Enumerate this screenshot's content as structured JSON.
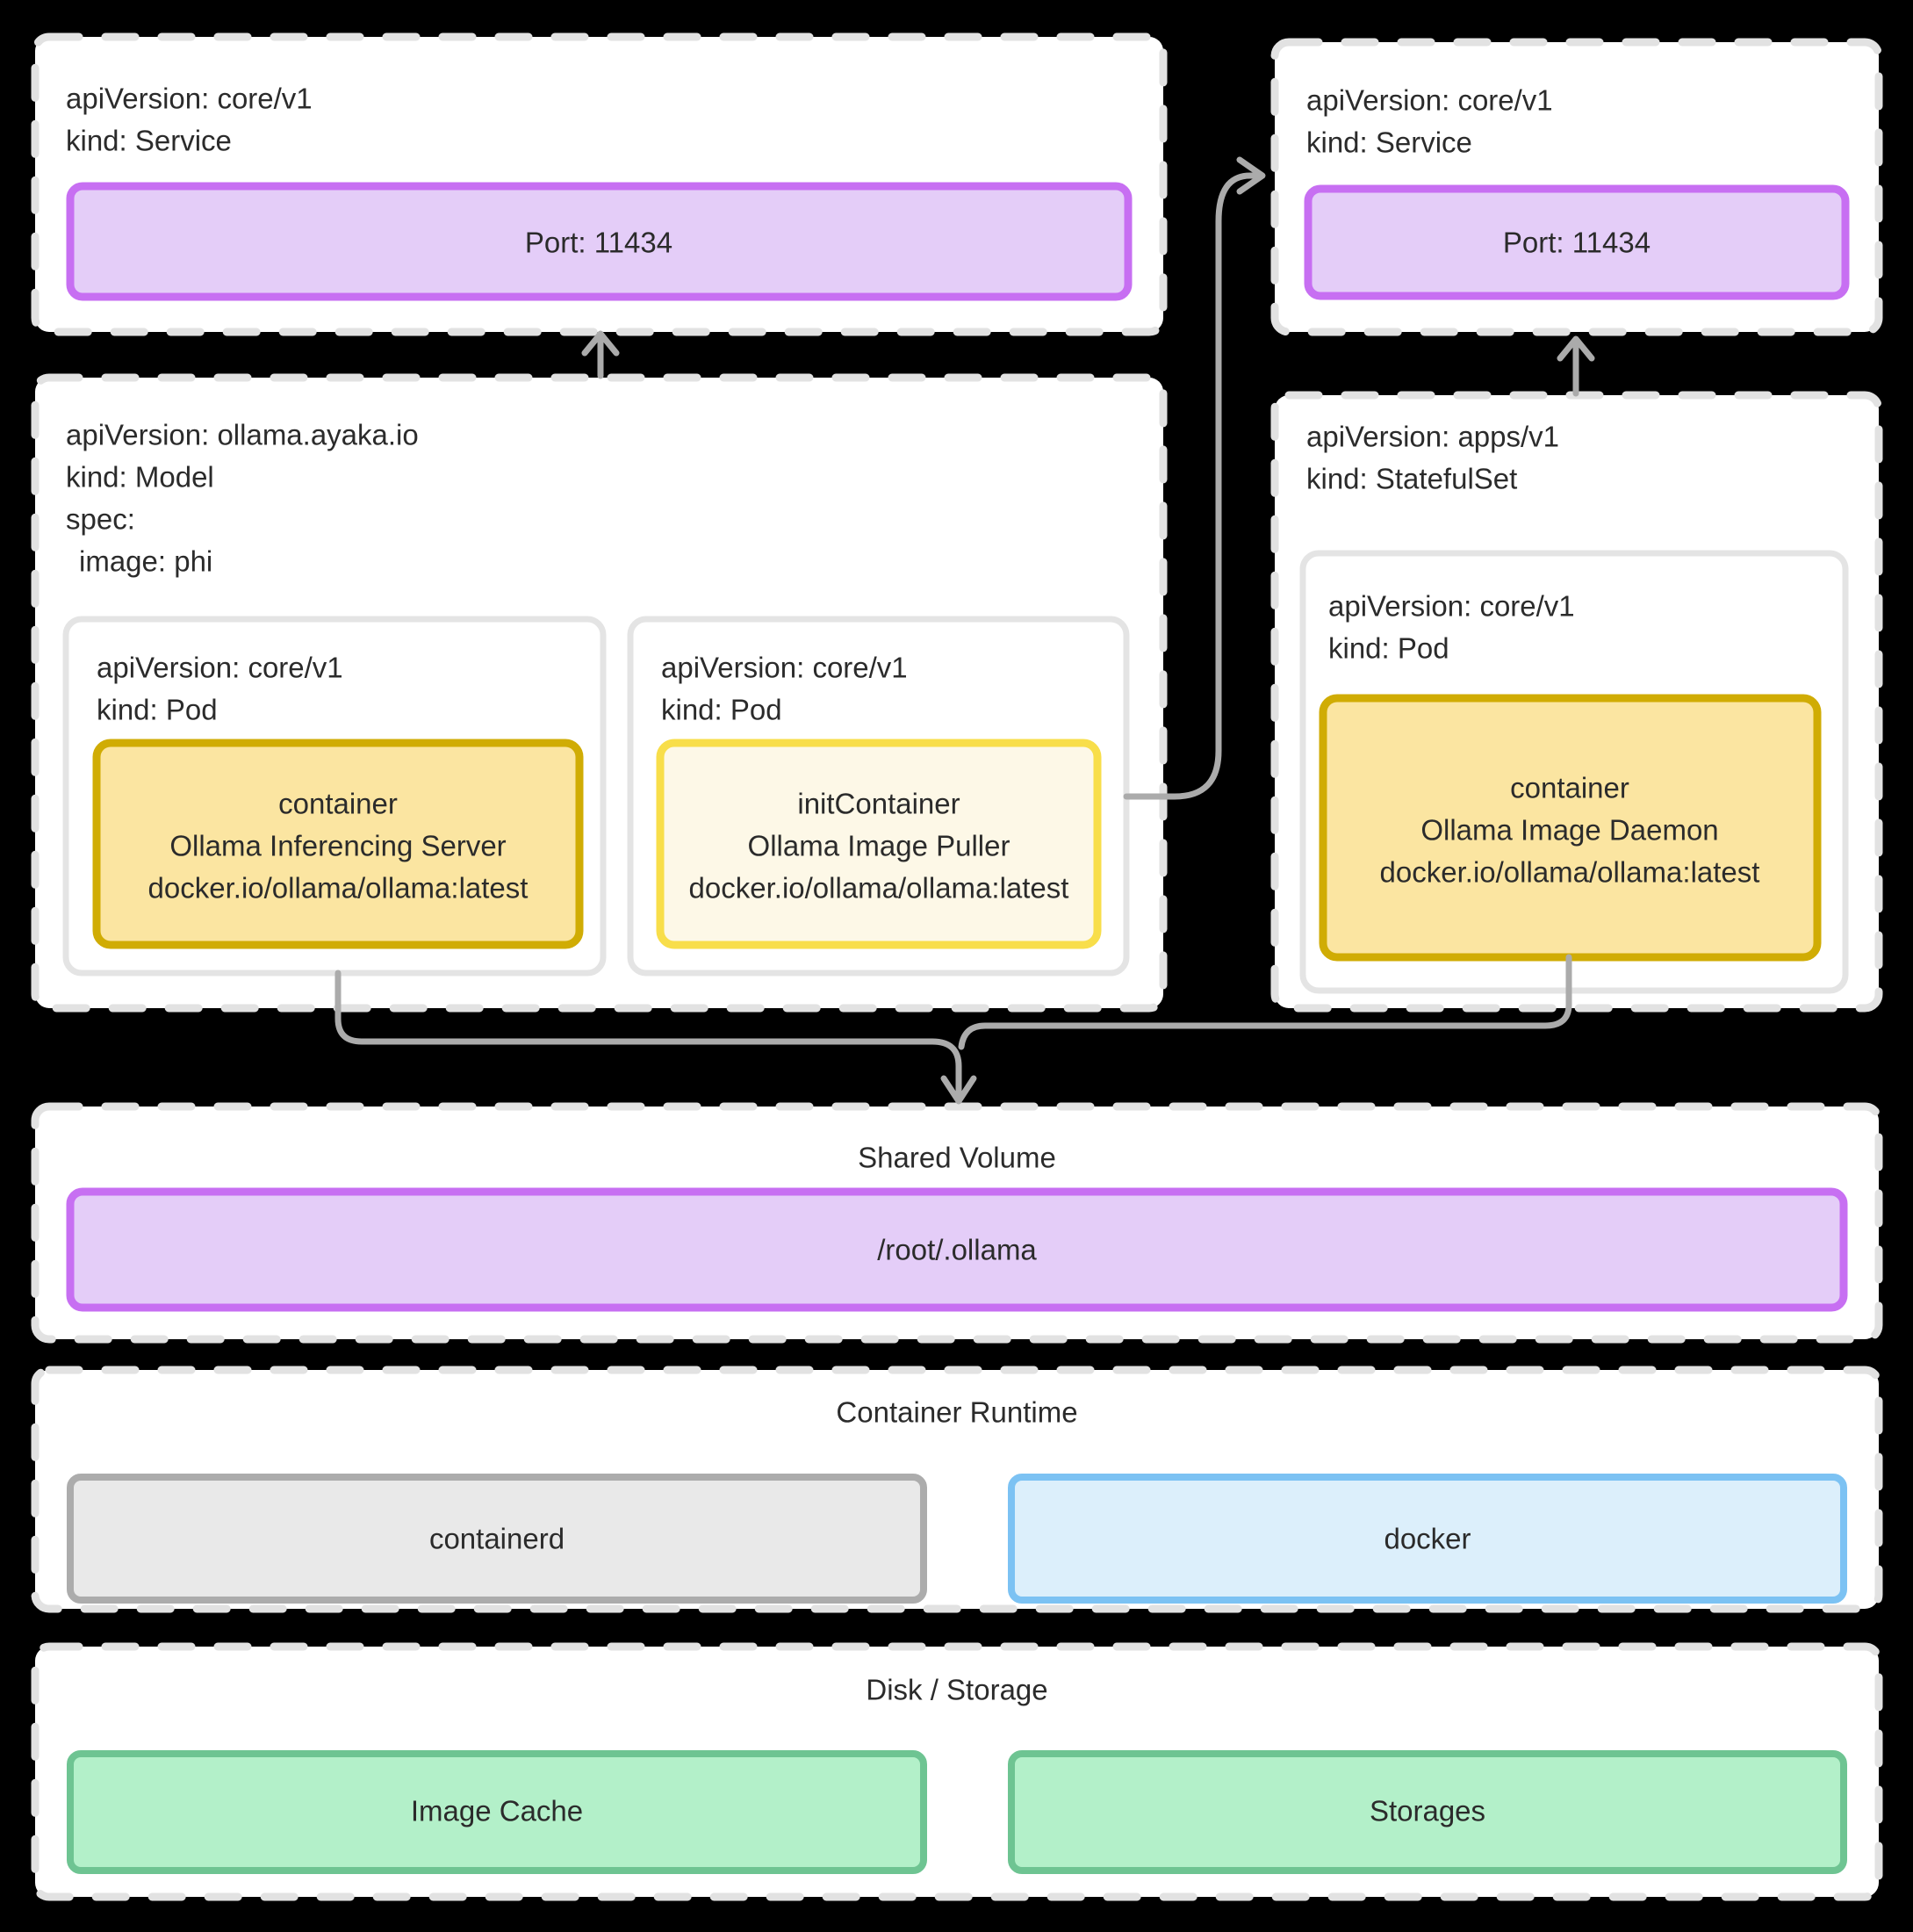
{
  "colors": {
    "background": "#000000",
    "box_fill": "#ffffff",
    "dashed_border": "#e2e2e2",
    "port_fill": "#e4cdf8",
    "port_border": "#c76ff2",
    "container_fill": "#fbe5a1",
    "container_border": "#d0ac04",
    "init_container_fill": "#fdf8e7",
    "init_container_border": "#f8de4a",
    "containerd_fill": "#e9e9e9",
    "containerd_border": "#acacac",
    "docker_fill": "#dceffb",
    "docker_border": "#7cc2f3",
    "storage_fill": "#b3f0c9",
    "storage_border": "#6ec492",
    "arrow": "#ababab",
    "text": "#2b2b2b"
  },
  "service_left": {
    "api_version": "apiVersion: core/v1",
    "kind": "kind: Service",
    "port_label": "Port: 11434"
  },
  "service_right": {
    "api_version": "apiVersion: core/v1",
    "kind": "kind: Service",
    "port_label": "Port: 11434"
  },
  "model": {
    "api_version": "apiVersion: ollama.ayaka.io",
    "kind": "kind: Model",
    "spec": "spec:",
    "image": "image: phi",
    "pods": [
      {
        "api_version": "apiVersion: core/v1",
        "kind": "kind: Pod",
        "container": {
          "role": "container",
          "name": "Ollama Inferencing Server",
          "image": "docker.io/ollama/ollama:latest"
        }
      },
      {
        "api_version": "apiVersion: core/v1",
        "kind": "kind: Pod",
        "container": {
          "role": "initContainer",
          "name": "Ollama Image Puller",
          "image": "docker.io/ollama/ollama:latest"
        }
      }
    ]
  },
  "statefulset": {
    "api_version": "apiVersion: apps/v1",
    "kind": "kind: StatefulSet",
    "pod": {
      "api_version": "apiVersion: core/v1",
      "kind": "kind: Pod",
      "container": {
        "role": "container",
        "name": "Ollama Image Daemon",
        "image": "docker.io/ollama/ollama:latest"
      }
    }
  },
  "shared_volume": {
    "title": "Shared Volume",
    "path": "/root/.ollama"
  },
  "container_runtime": {
    "title": "Container Runtime",
    "runtimes": [
      "containerd",
      "docker"
    ]
  },
  "disk_storage": {
    "title": "Disk / Storage",
    "stores": [
      "Image Cache",
      "Storages"
    ]
  }
}
